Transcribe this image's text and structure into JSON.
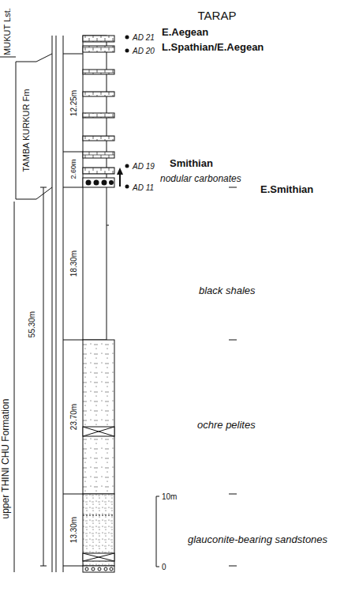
{
  "diagram": {
    "title": "TARAP",
    "labels": [
      "MUKUT Lst.",
      "TAMBA KURKUR Fm",
      "upper THINI CHU Formation",
      "55.30m",
      "12.25m",
      "2.60m",
      "18.30m",
      "23.70m",
      "13.30m",
      "AD 21",
      "E.Aegean",
      "AD 20",
      "L.Spathian/E.Aegean",
      "AD 19",
      "Smithian",
      "AD 11",
      "nodular carbonates",
      "E.Smithian",
      "black shales",
      "ochre pelites",
      "glauconite-bearing sandstones",
      "10m",
      "0"
    ]
  }
}
